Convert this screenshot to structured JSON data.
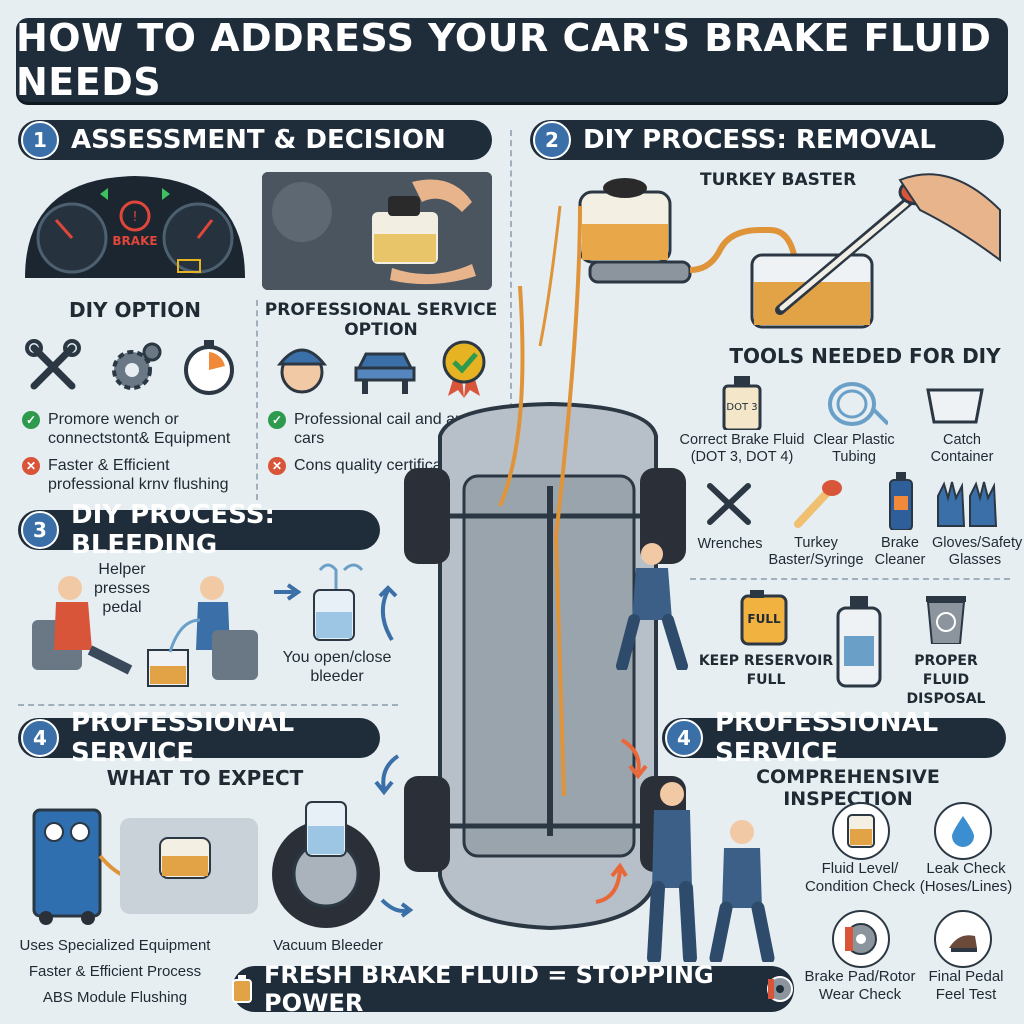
{
  "title": "HOW TO ADDRESS YOUR CAR'S BRAKE FLUID NEEDS",
  "sections": {
    "s1": {
      "num": "1",
      "title": "ASSESSMENT & DECISION"
    },
    "s2": {
      "num": "2",
      "title": "DIY PROCESS: REMOVAL"
    },
    "s3": {
      "num": "3",
      "title": "DIY PROCESS: BLEEDING"
    },
    "s4a": {
      "num": "4",
      "title": "PROFESSIONAL SERVICE"
    },
    "s4b": {
      "num": "4",
      "title": "PROFESSIONAL SERVICE"
    }
  },
  "dashboard": {
    "warning_text": "BRAKE"
  },
  "diy_option": {
    "heading": "DIY OPTION",
    "pro": "Promore wench or connectstont& Equipment",
    "con": "Faster & Efficient professional krnv flushing"
  },
  "pro_option": {
    "heading": "PROFESSIONAL SERVICE OPTION",
    "pro": "Professional cail and are cars",
    "con": "Cons quality certificate"
  },
  "removal": {
    "baster_label": "TURKEY BASTER",
    "tools_heading": "TOOLS NEEDED FOR DIY",
    "tools": [
      {
        "label": "Correct Brake Fluid (DOT 3, DOT 4)",
        "icon": "brake-fluid-bottle-icon",
        "badge": "DOT 3"
      },
      {
        "label": "Clear Plastic Tubing",
        "icon": "tubing-icon"
      },
      {
        "label": "Catch Container",
        "icon": "catch-container-icon"
      },
      {
        "label": "Wrenches",
        "icon": "wrenches-icon"
      },
      {
        "label": "Turkey Baster/Syringe",
        "icon": "turkey-baster-icon"
      },
      {
        "label": "Brake Cleaner",
        "icon": "brake-cleaner-icon"
      },
      {
        "label": "Gloves/Safety Glasses",
        "icon": "gloves-icon"
      }
    ],
    "reservoir_badge": "FULL",
    "keep_full": "KEEP RESERVOIR FULL",
    "disposal": "PROPER FLUID DISPOSAL"
  },
  "bleeding": {
    "helper": "Helper presses pedal",
    "you": "You open/close bleeder"
  },
  "pro_left": {
    "subheading": "WHAT TO EXPECT",
    "equipment": "Uses Specialized Equipment",
    "process": "Faster & Efficient Process",
    "abs": "ABS Module Flushing",
    "vacuum": "Vacuum Bleeder"
  },
  "pro_right": {
    "subheading": "COMPREHENSIVE INSPECTION",
    "checks": [
      {
        "label": "Fluid Level/ Condition Check",
        "icon": "fluid-level-icon"
      },
      {
        "label": "Leak Check (Hoses/Lines)",
        "icon": "leak-drop-icon"
      },
      {
        "label": "Brake Pad/Rotor Wear Check",
        "icon": "brake-rotor-icon"
      },
      {
        "label": "Final Pedal Feel Test",
        "icon": "pedal-icon"
      }
    ]
  },
  "footer": "FRESH BRAKE FLUID = STOPPING POWER",
  "colors": {
    "navy": "#1f2d3a",
    "accent_blue": "#3b6fa8",
    "fluid_amber": "#e0a040",
    "ok_green": "#2e9a4e",
    "warn_red": "#d9553a"
  }
}
